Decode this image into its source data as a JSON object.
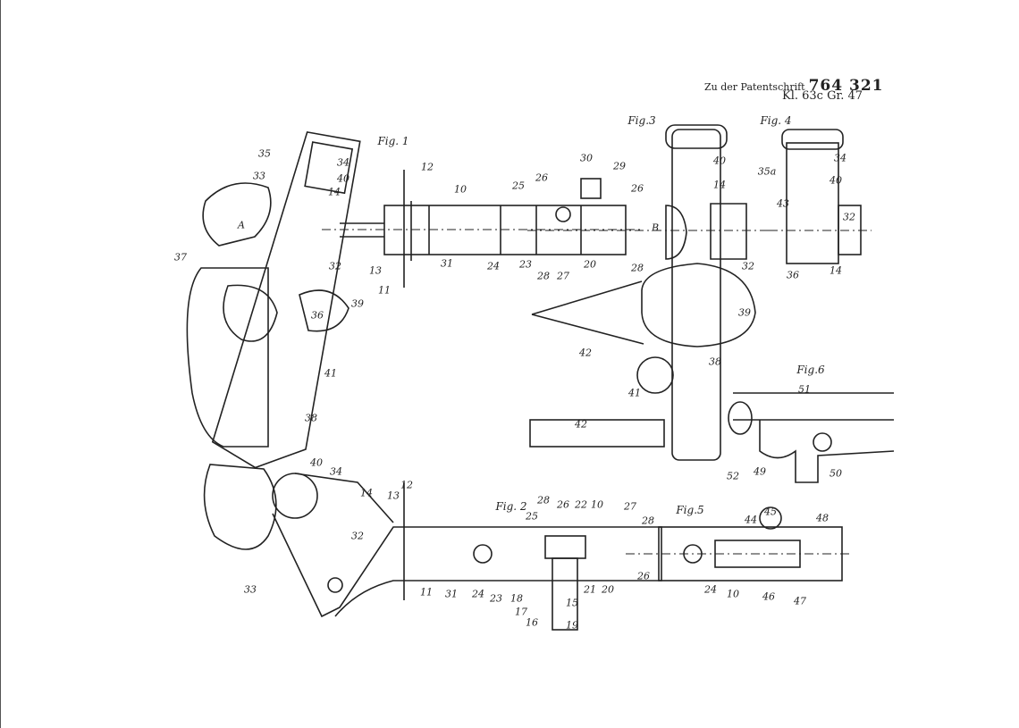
{
  "header": {
    "prefix": "Zu der Patentschrift",
    "number": "764 321",
    "classification": "Kl. 63c Gr. 47"
  },
  "figures": [
    "Fig. 1",
    "Fig. 2",
    "Fig.3",
    "Fig. 4",
    "Fig.5",
    "Fig.6"
  ],
  "labels": [
    "35",
    "34",
    "33",
    "40",
    "14",
    "12",
    "10",
    "25",
    "26",
    "30",
    "29",
    "26",
    "A",
    "B",
    "37",
    "32",
    "13",
    "11",
    "31",
    "24",
    "23",
    "28",
    "27",
    "20",
    "28",
    "36",
    "39",
    "41",
    "38",
    "40",
    "34",
    "14",
    "12",
    "13",
    "32",
    "33",
    "11",
    "31",
    "24",
    "23",
    "18",
    "17",
    "16",
    "15",
    "19",
    "21",
    "20",
    "26",
    "28",
    "25",
    "26",
    "22",
    "10",
    "27",
    "28",
    "40",
    "14",
    "32",
    "39",
    "42",
    "38",
    "41",
    "42",
    "35a",
    "34",
    "40",
    "43",
    "32",
    "36",
    "14",
    "51",
    "52",
    "49",
    "50",
    "44",
    "45",
    "48",
    "24",
    "10",
    "46",
    "47"
  ]
}
